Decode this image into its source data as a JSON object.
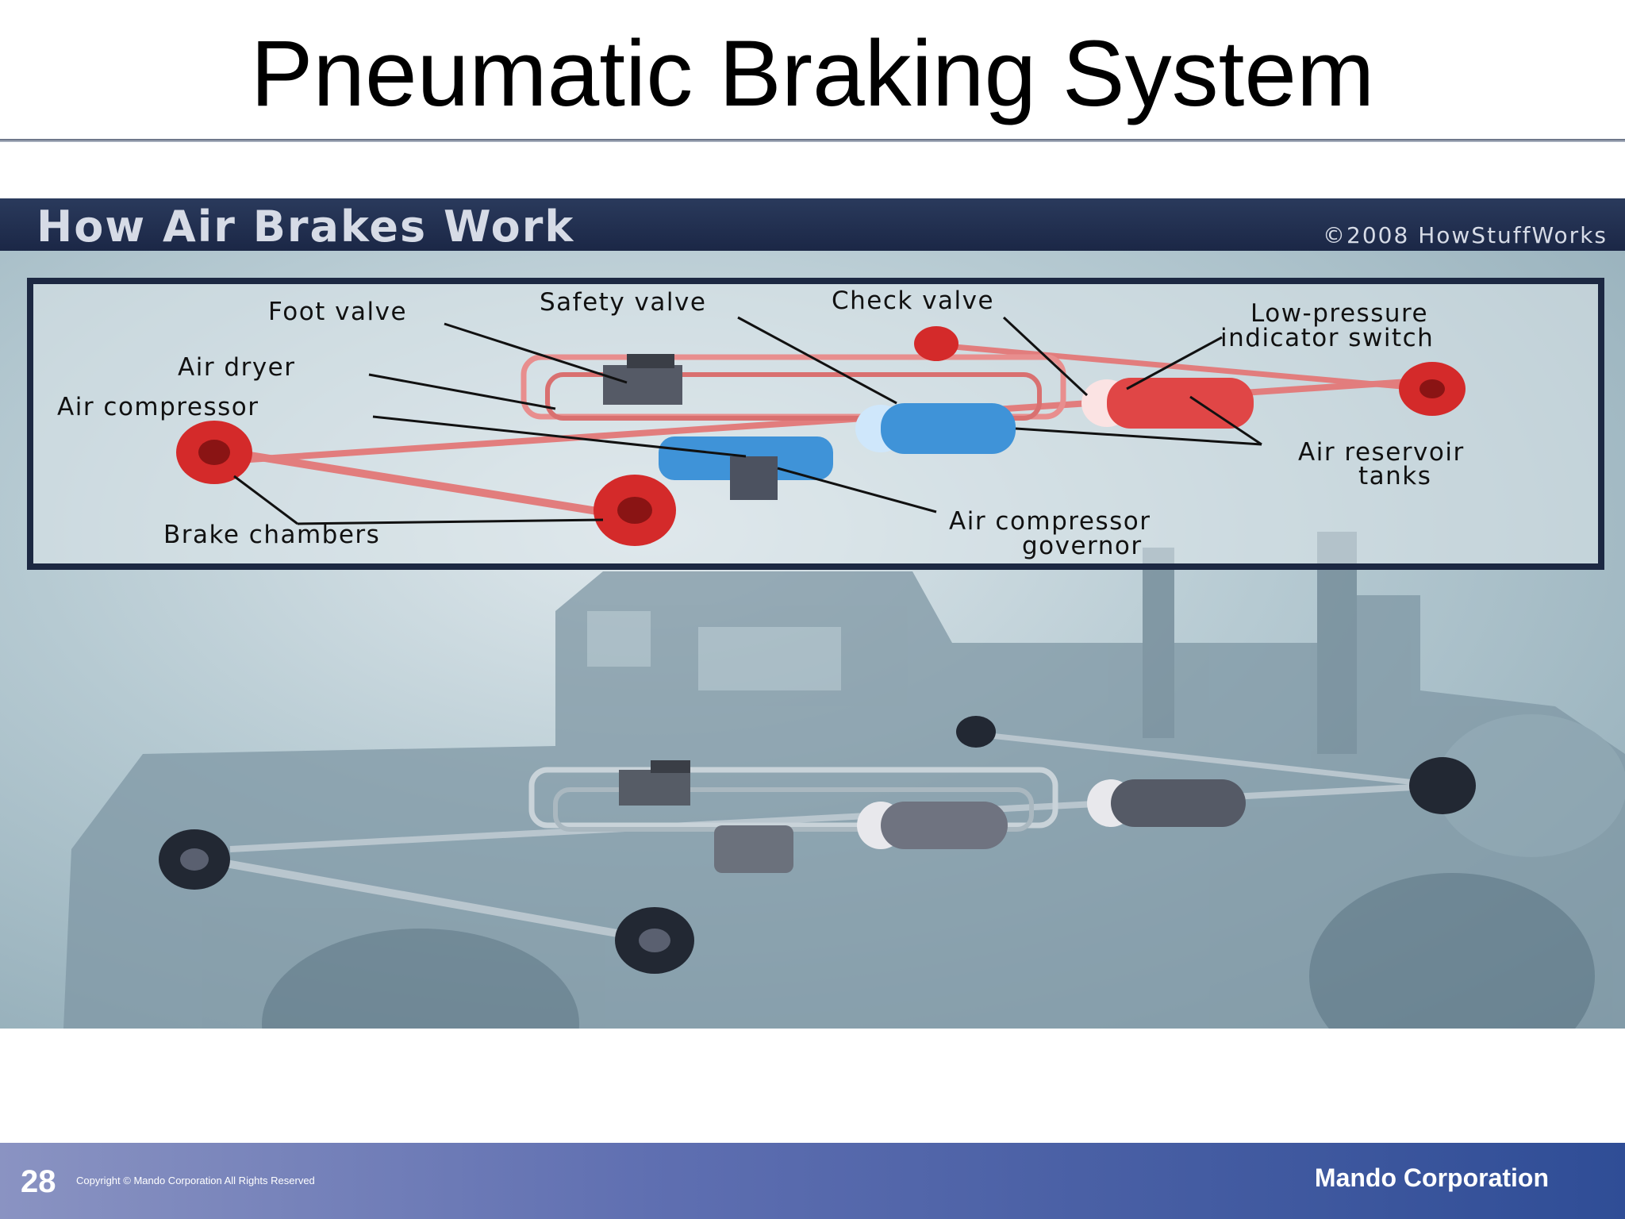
{
  "slide": {
    "title": "Pneumatic Braking System",
    "page_number": "28"
  },
  "figure": {
    "title": "How Air Brakes Work",
    "credit": "©2008 HowStuffWorks",
    "labels": {
      "foot_valve": "Foot valve",
      "safety_valve": "Safety valve",
      "check_valve": "Check valve",
      "low_pressure_1": "Low-pressure",
      "low_pressure_2": "indicator switch",
      "air_dryer": "Air dryer",
      "air_compressor": "Air compressor",
      "air_reservoir_1": "Air reservoir",
      "air_reservoir_2": "tanks",
      "brake_chambers": "Brake chambers",
      "governor_1": "Air compressor",
      "governor_2": "governor"
    }
  },
  "footer": {
    "copyright": "Copyright © Mando Corporation All Rights Reserved",
    "company": "Mando Corporation"
  },
  "colors": {
    "header_bar": "#1b2746",
    "footer_start": "#8a93c2",
    "footer_end": "#2f4d96",
    "brake_red": "#d42a2a",
    "component_blue": "#3f93d8"
  }
}
